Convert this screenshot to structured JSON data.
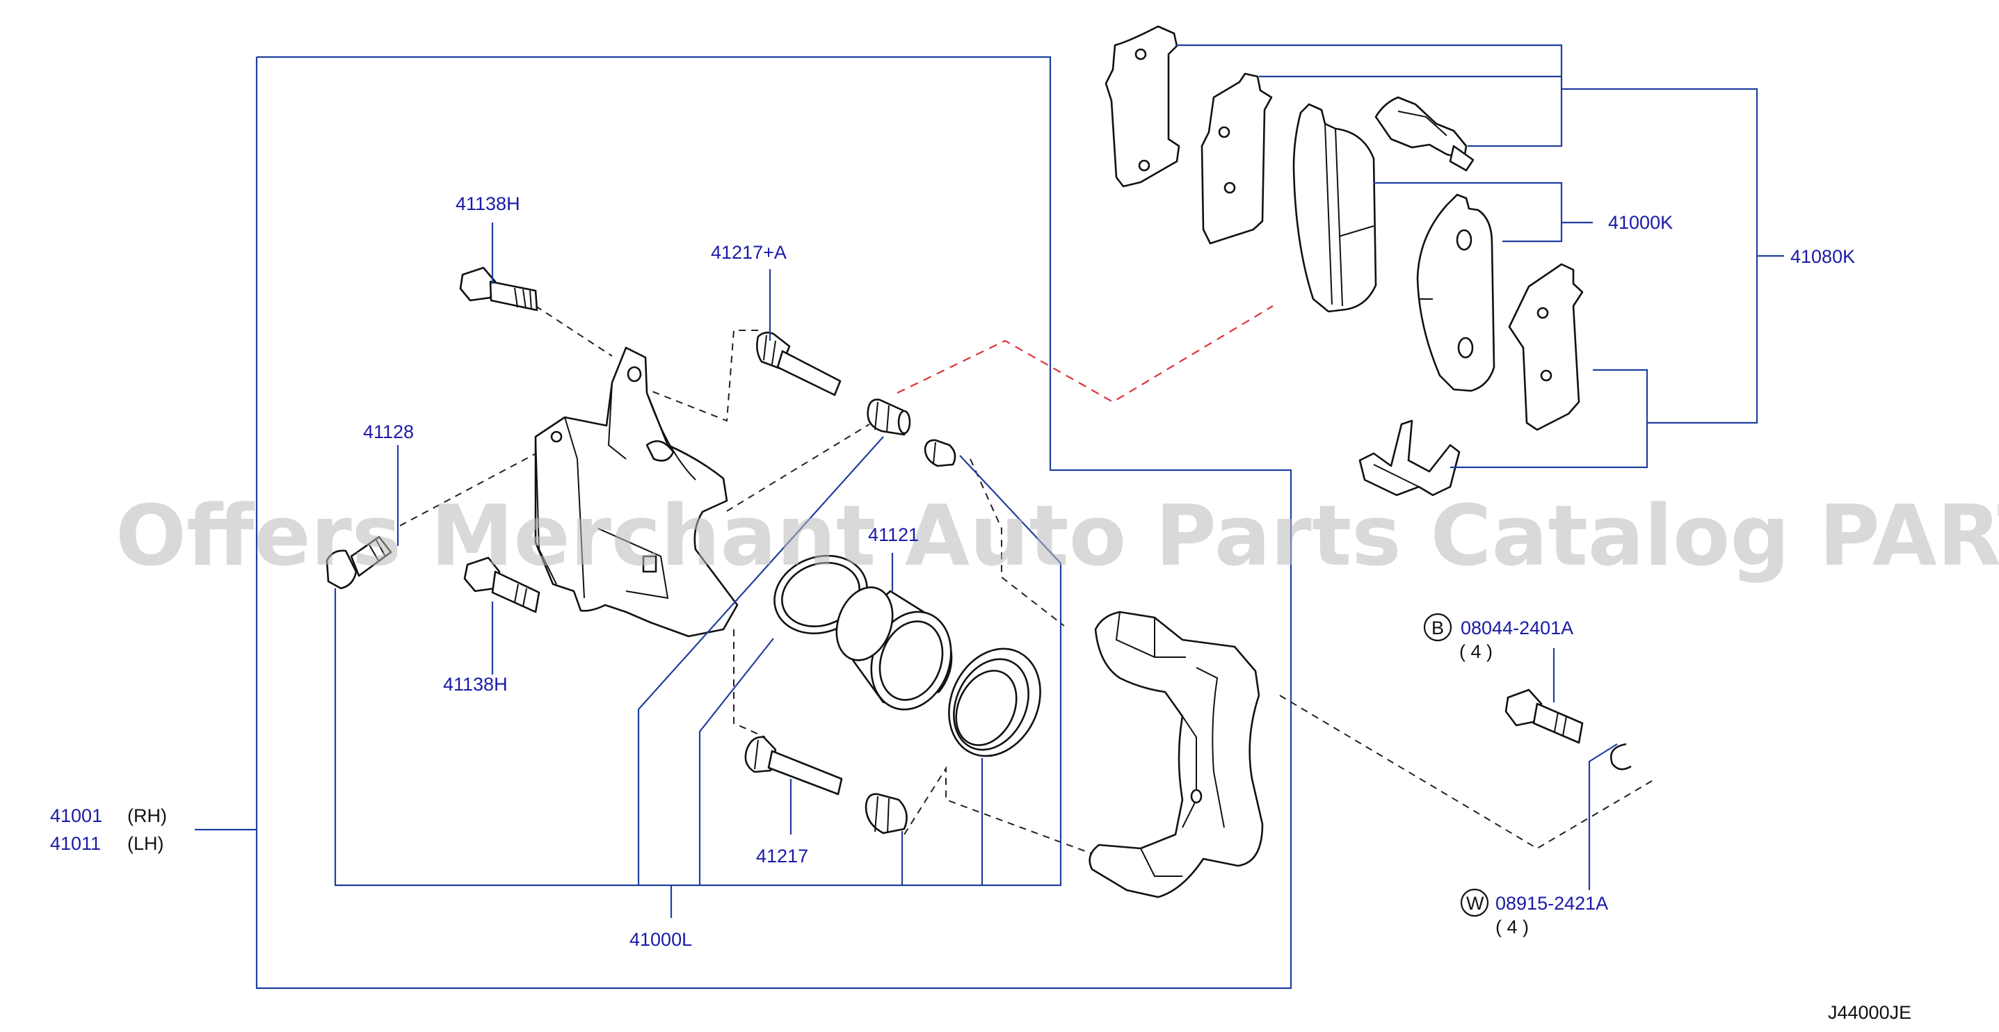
{
  "diagram_code": "J44000JE",
  "watermark": "Offers Merchant Auto Parts Catalog PARTSTORE.SA",
  "labels": {
    "bolt_upper": "41138H",
    "pin_upper": "41217+A",
    "bleeder": "41128",
    "bolt_lower": "41138H",
    "piston_seal": "41121",
    "pin_lower": "41217",
    "caliper_rh": "41001",
    "caliper_rh_side": "(RH)",
    "caliper_lh": "41011",
    "caliper_lh_side": "(LH)",
    "repair_kit": "41000L",
    "pad_kit": "41000K",
    "pad_set": "41080K",
    "bolt_b_prefix": "B",
    "bolt_b": "08044-2401A",
    "bolt_b_qty": "( 4 )",
    "washer_w_prefix": "W",
    "washer_w": "08915-2421A",
    "washer_w_qty": "( 4 )"
  },
  "colors": {
    "label": "#1a1aa8",
    "leader": "#1f3f9e",
    "dash_red": "#e0303a",
    "watermark": "#b9b9b9"
  }
}
